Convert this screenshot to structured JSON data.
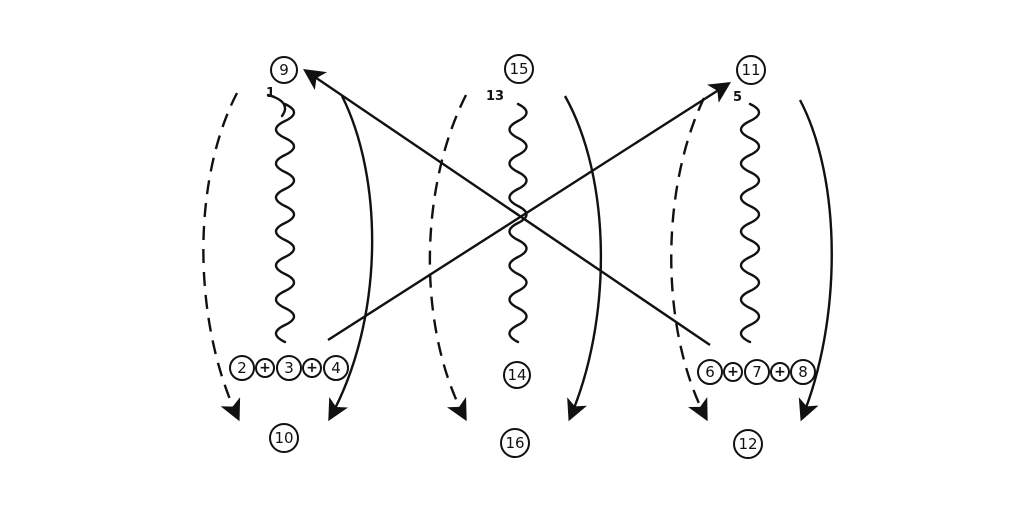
{
  "diagram": {
    "columns": [
      {
        "id": "left",
        "top_node": "9",
        "start_label": "1",
        "bottom_group": [
          "2",
          "3",
          "4"
        ],
        "target_node": "10"
      },
      {
        "id": "center",
        "top_node": "15",
        "start_label": "13",
        "bottom_group": [
          "14"
        ],
        "target_node": "16"
      },
      {
        "id": "right",
        "top_node": "11",
        "start_label": "5",
        "bottom_group": [
          "6",
          "7",
          "8"
        ],
        "target_node": "12"
      }
    ],
    "plus_symbol": "+",
    "cross_arrows": [
      {
        "from": "bottom_group 2+3+4",
        "to": "11"
      },
      {
        "from": "bottom_group 6+7+8",
        "to": "9"
      }
    ],
    "colors": {
      "ink": "#111111",
      "paper": "#ffffff"
    }
  }
}
